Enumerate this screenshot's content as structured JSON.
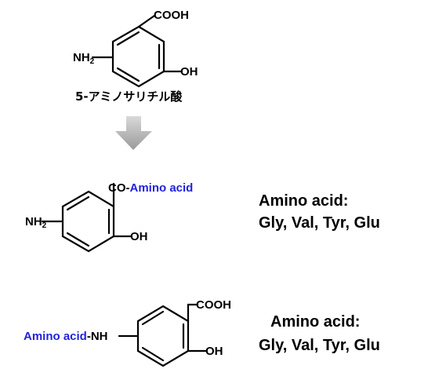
{
  "colors": {
    "bond": "#000000",
    "text": "#000000",
    "amino_acid_label": "#2222dd",
    "arrow_light": "#d9d9d9",
    "arrow_dark": "#9a9a9a"
  },
  "structure_1": {
    "top_group": "COOH",
    "right_group": "OH",
    "left_group_main": "NH",
    "left_group_sub": "2",
    "caption": "5-アミノサリチル酸"
  },
  "arrow": {
    "icon": "down-arrow-icon"
  },
  "structure_2": {
    "top_prefix": "CO-",
    "top_amino": "Amino acid",
    "right_group": "OH",
    "left_group_main": "NH",
    "left_group_sub": "2",
    "note_line1": "Amino acid:",
    "note_line2": "Gly, Val, Tyr, Glu"
  },
  "structure_3": {
    "top_group": "COOH",
    "right_group": "OH",
    "left_amino": "Amino acid",
    "left_suffix": "-NH",
    "note_line1": "Amino acid:",
    "note_line2": "Gly, Val, Tyr, Glu"
  }
}
